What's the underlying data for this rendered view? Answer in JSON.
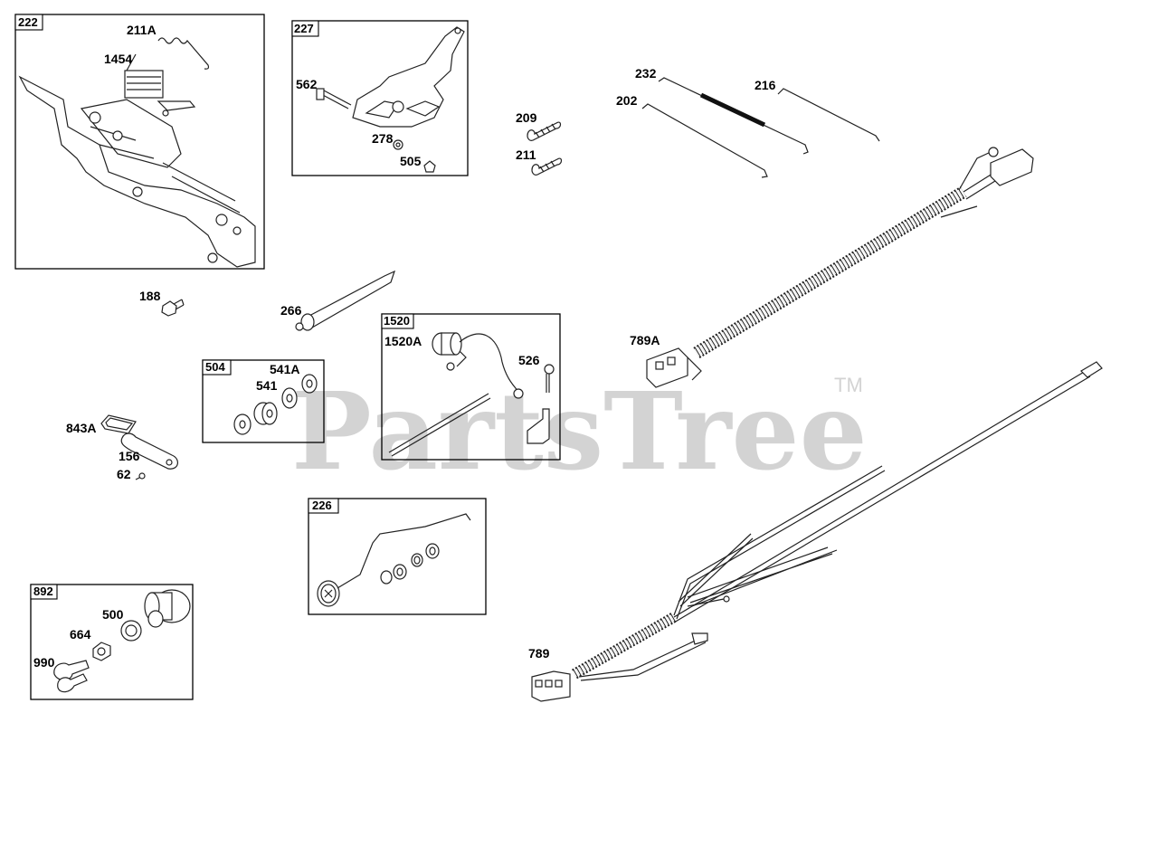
{
  "watermark": {
    "text": "PartsTree",
    "trademark": "TM"
  },
  "boxes": [
    {
      "id": "222",
      "label": "222"
    },
    {
      "id": "227",
      "label": "227"
    },
    {
      "id": "1520",
      "label": "1520"
    },
    {
      "id": "504",
      "label": "504"
    },
    {
      "id": "226",
      "label": "226"
    },
    {
      "id": "892",
      "label": "892"
    }
  ],
  "callouts": {
    "p211A": "211A",
    "p1454": "1454",
    "p562": "562",
    "p278": "278",
    "p505": "505",
    "p209": "209",
    "p211": "211",
    "p232": "232",
    "p216": "216",
    "p202": "202",
    "p188": "188",
    "p266": "266",
    "p1520A": "1520A",
    "p526": "526",
    "p789A": "789A",
    "p541A": "541A",
    "p541": "541",
    "p843A": "843A",
    "p156": "156",
    "p62": "62",
    "p500": "500",
    "p664": "664",
    "p990": "990",
    "p789": "789"
  }
}
